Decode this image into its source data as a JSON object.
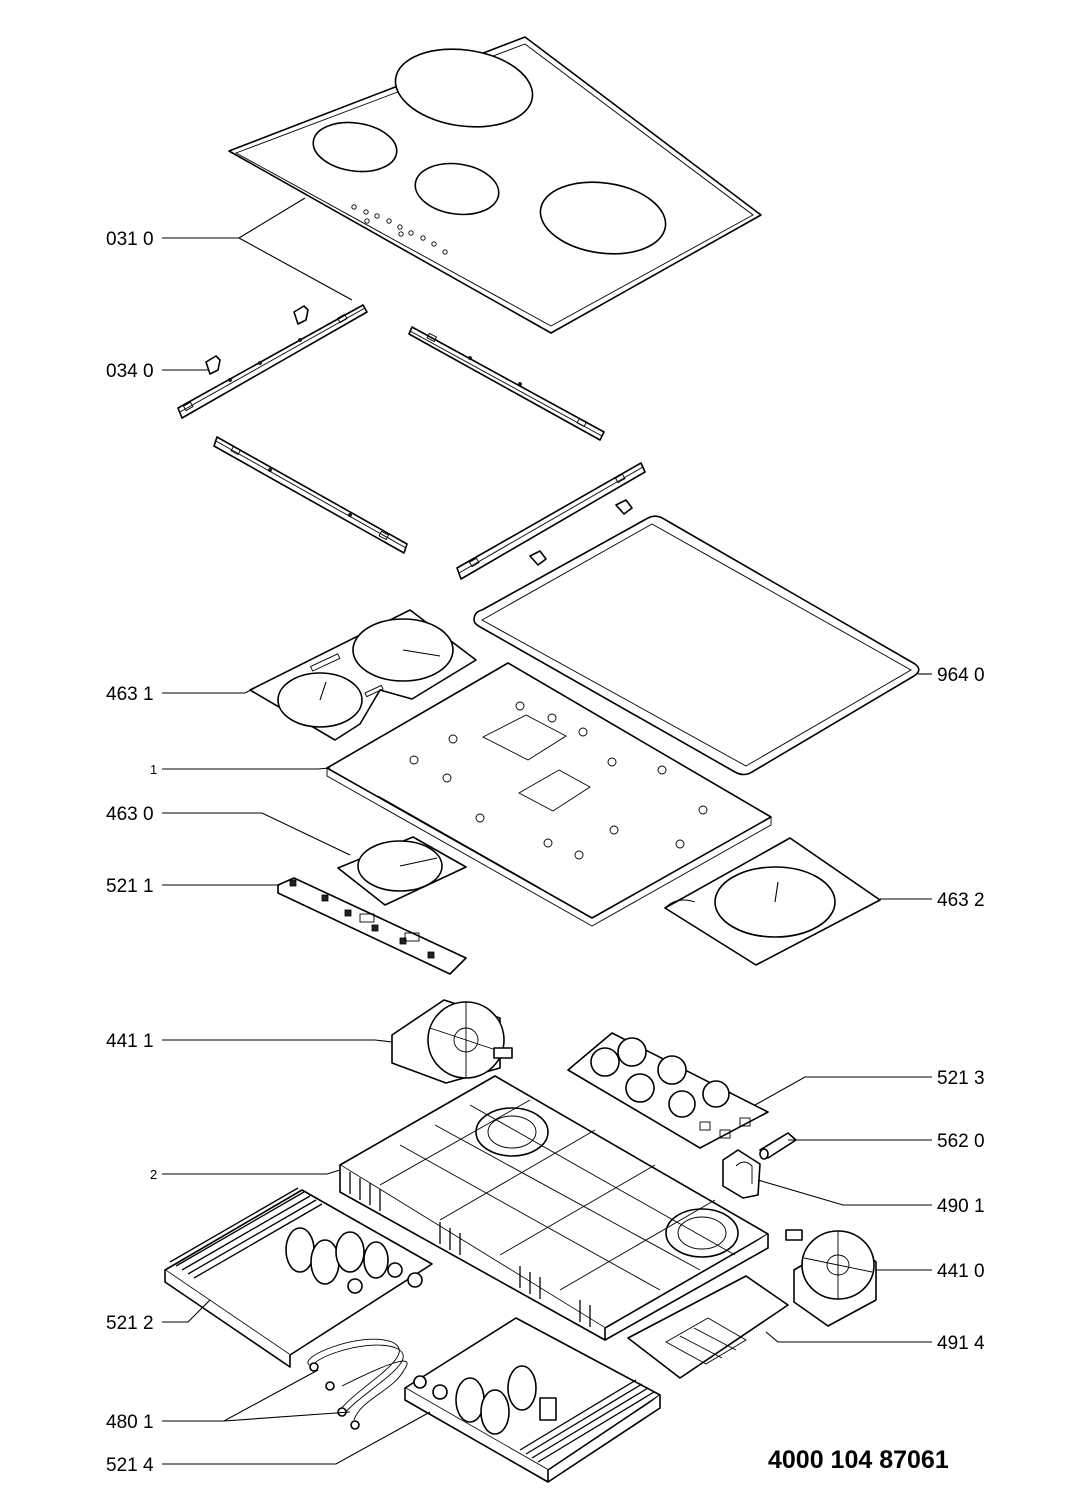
{
  "document_number": "4000 104 87061",
  "callouts": [
    {
      "key": "c031",
      "label": "031 0"
    },
    {
      "key": "c034",
      "label": "034 0"
    },
    {
      "key": "c4631",
      "label": "463 1"
    },
    {
      "key": "c1",
      "label": "1"
    },
    {
      "key": "c4630",
      "label": "463 0"
    },
    {
      "key": "c5211",
      "label": "521 1"
    },
    {
      "key": "c4411",
      "label": "441 1"
    },
    {
      "key": "c2",
      "label": "2"
    },
    {
      "key": "c5212",
      "label": "521 2"
    },
    {
      "key": "c4801",
      "label": "480 1"
    },
    {
      "key": "c5214",
      "label": "521 4"
    },
    {
      "key": "c9640",
      "label": "964 0"
    },
    {
      "key": "c4632",
      "label": "463 2"
    },
    {
      "key": "c5213",
      "label": "521 3"
    },
    {
      "key": "c5620",
      "label": "562 0"
    },
    {
      "key": "c4901",
      "label": "490 1"
    },
    {
      "key": "c4410",
      "label": "441 0"
    },
    {
      "key": "c4914",
      "label": "491 4"
    }
  ]
}
